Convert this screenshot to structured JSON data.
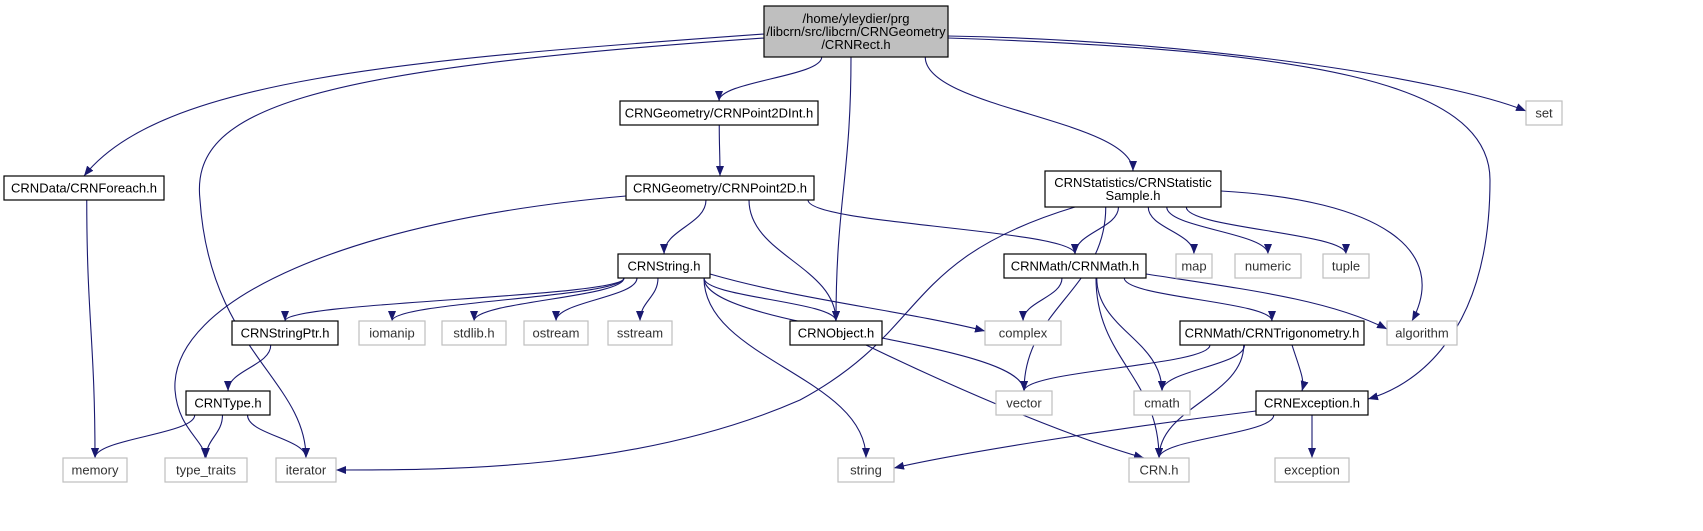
{
  "colors": {
    "edge": "#191970",
    "root_fill": "#bfbfbf",
    "local_border": "#000000",
    "external_border": "#bfbfbf",
    "fill": "#ffffff"
  },
  "diagram": {
    "nodes": [
      {
        "id": "root",
        "kind": "root",
        "lines": [
          "/home/yleydier/prg",
          "/libcrn/src/libcrn/CRNGeometry",
          "/CRNRect.h"
        ]
      },
      {
        "id": "foreach",
        "kind": "local",
        "lines": [
          "CRNData/CRNForeach.h"
        ]
      },
      {
        "id": "point2dint",
        "kind": "local",
        "lines": [
          "CRNGeometry/CRNPoint2DInt.h"
        ]
      },
      {
        "id": "point2d",
        "kind": "local",
        "lines": [
          "CRNGeometry/CRNPoint2D.h"
        ]
      },
      {
        "id": "statsample",
        "kind": "local",
        "lines": [
          "CRNStatistics/CRNStatistic",
          "Sample.h"
        ]
      },
      {
        "id": "set",
        "kind": "external",
        "lines": [
          "set"
        ]
      },
      {
        "id": "crnstring",
        "kind": "local",
        "lines": [
          "CRNString.h"
        ]
      },
      {
        "id": "crnmath",
        "kind": "local",
        "lines": [
          "CRNMath/CRNMath.h"
        ]
      },
      {
        "id": "map",
        "kind": "external",
        "lines": [
          "map"
        ]
      },
      {
        "id": "numeric",
        "kind": "external",
        "lines": [
          "numeric"
        ]
      },
      {
        "id": "tuple",
        "kind": "external",
        "lines": [
          "tuple"
        ]
      },
      {
        "id": "stringptr",
        "kind": "local",
        "lines": [
          "CRNStringPtr.h"
        ]
      },
      {
        "id": "iomanip",
        "kind": "external",
        "lines": [
          "iomanip"
        ]
      },
      {
        "id": "stdlib",
        "kind": "external",
        "lines": [
          "stdlib.h"
        ]
      },
      {
        "id": "ostream",
        "kind": "external",
        "lines": [
          "ostream"
        ]
      },
      {
        "id": "sstream",
        "kind": "external",
        "lines": [
          "sstream"
        ]
      },
      {
        "id": "crnobject",
        "kind": "local",
        "lines": [
          "CRNObject.h"
        ]
      },
      {
        "id": "complex",
        "kind": "external",
        "lines": [
          "complex"
        ]
      },
      {
        "id": "trig",
        "kind": "local",
        "lines": [
          "CRNMath/CRNTrigonometry.h"
        ]
      },
      {
        "id": "algorithm",
        "kind": "external",
        "lines": [
          "algorithm"
        ]
      },
      {
        "id": "crntype",
        "kind": "local",
        "lines": [
          "CRNType.h"
        ]
      },
      {
        "id": "vector",
        "kind": "external",
        "lines": [
          "vector"
        ]
      },
      {
        "id": "cmath",
        "kind": "external",
        "lines": [
          "cmath"
        ]
      },
      {
        "id": "crnexception",
        "kind": "local",
        "lines": [
          "CRNException.h"
        ]
      },
      {
        "id": "memory",
        "kind": "external",
        "lines": [
          "memory"
        ]
      },
      {
        "id": "type_traits",
        "kind": "external",
        "lines": [
          "type_traits"
        ]
      },
      {
        "id": "iterator",
        "kind": "external",
        "lines": [
          "iterator"
        ]
      },
      {
        "id": "string",
        "kind": "external",
        "lines": [
          "string"
        ]
      },
      {
        "id": "crn",
        "kind": "external",
        "lines": [
          "CRN.h"
        ]
      },
      {
        "id": "exception",
        "kind": "external",
        "lines": [
          "exception"
        ]
      }
    ],
    "edges": [
      {
        "from": "root",
        "to": "foreach"
      },
      {
        "from": "root",
        "to": "iterator"
      },
      {
        "from": "root",
        "to": "point2dint"
      },
      {
        "from": "root",
        "to": "crnobject"
      },
      {
        "from": "root",
        "to": "statsample"
      },
      {
        "from": "root",
        "to": "crnexception"
      },
      {
        "from": "root",
        "to": "set"
      },
      {
        "from": "foreach",
        "to": "memory"
      },
      {
        "from": "point2dint",
        "to": "point2d"
      },
      {
        "from": "point2d",
        "to": "type_traits"
      },
      {
        "from": "point2d",
        "to": "crnstring"
      },
      {
        "from": "point2d",
        "to": "crnobject"
      },
      {
        "from": "point2d",
        "to": "crnmath"
      },
      {
        "from": "statsample",
        "to": "iterator"
      },
      {
        "from": "statsample",
        "to": "vector"
      },
      {
        "from": "statsample",
        "to": "crnmath"
      },
      {
        "from": "statsample",
        "to": "map"
      },
      {
        "from": "statsample",
        "to": "numeric"
      },
      {
        "from": "statsample",
        "to": "tuple"
      },
      {
        "from": "statsample",
        "to": "algorithm"
      },
      {
        "from": "crnstring",
        "to": "stringptr"
      },
      {
        "from": "crnstring",
        "to": "iomanip"
      },
      {
        "from": "crnstring",
        "to": "stdlib"
      },
      {
        "from": "crnstring",
        "to": "ostream"
      },
      {
        "from": "crnstring",
        "to": "sstream"
      },
      {
        "from": "crnstring",
        "to": "crnobject"
      },
      {
        "from": "crnstring",
        "to": "complex"
      },
      {
        "from": "crnstring",
        "to": "vector"
      },
      {
        "from": "crnstring",
        "to": "string"
      },
      {
        "from": "crnmath",
        "to": "complex"
      },
      {
        "from": "crnmath",
        "to": "trig"
      },
      {
        "from": "crnmath",
        "to": "algorithm"
      },
      {
        "from": "crnmath",
        "to": "cmath"
      },
      {
        "from": "crnmath",
        "to": "crn"
      },
      {
        "from": "stringptr",
        "to": "crntype"
      },
      {
        "from": "crnobject",
        "to": "crn"
      },
      {
        "from": "trig",
        "to": "vector"
      },
      {
        "from": "trig",
        "to": "cmath"
      },
      {
        "from": "trig",
        "to": "crn"
      },
      {
        "from": "trig",
        "to": "crnexception"
      },
      {
        "from": "crntype",
        "to": "memory"
      },
      {
        "from": "crntype",
        "to": "type_traits"
      },
      {
        "from": "crntype",
        "to": "iterator"
      },
      {
        "from": "crnexception",
        "to": "string"
      },
      {
        "from": "crnexception",
        "to": "crn"
      },
      {
        "from": "crnexception",
        "to": "exception"
      }
    ]
  }
}
